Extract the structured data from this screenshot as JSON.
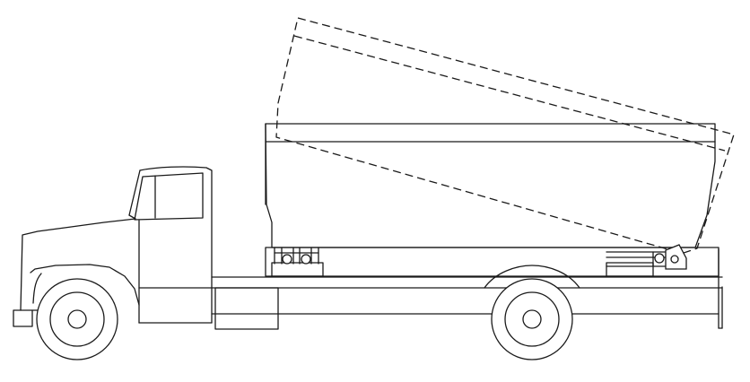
{
  "figure": {
    "subject": "truck-with-tilting-bin",
    "colors": {
      "background": "#ffffff",
      "line": "#1a1a1a"
    },
    "line_styles": {
      "body": "solid",
      "raised_bin": "dashed"
    }
  }
}
